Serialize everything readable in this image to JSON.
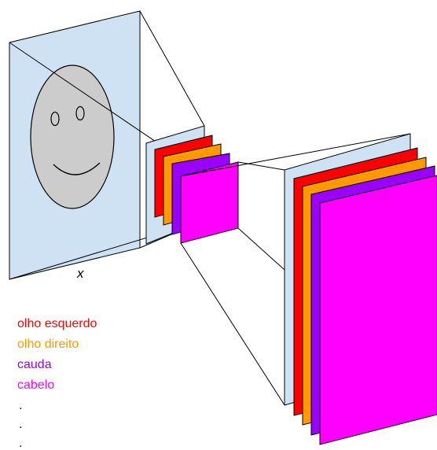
{
  "diagram": {
    "input_label": "x",
    "legend": [
      {
        "label": "olho esquerdo",
        "color": "#ff0000"
      },
      {
        "label": "olho direito",
        "color": "#ff9900"
      },
      {
        "label": "cauda",
        "color": "#9900ff"
      },
      {
        "label": "cabelo",
        "color": "#ff00ff"
      }
    ],
    "legend_continuation": "."
  },
  "colors": {
    "panel_fill": "#cfe2f3",
    "face_fill": "#cccccc",
    "stroke": "#000000"
  }
}
